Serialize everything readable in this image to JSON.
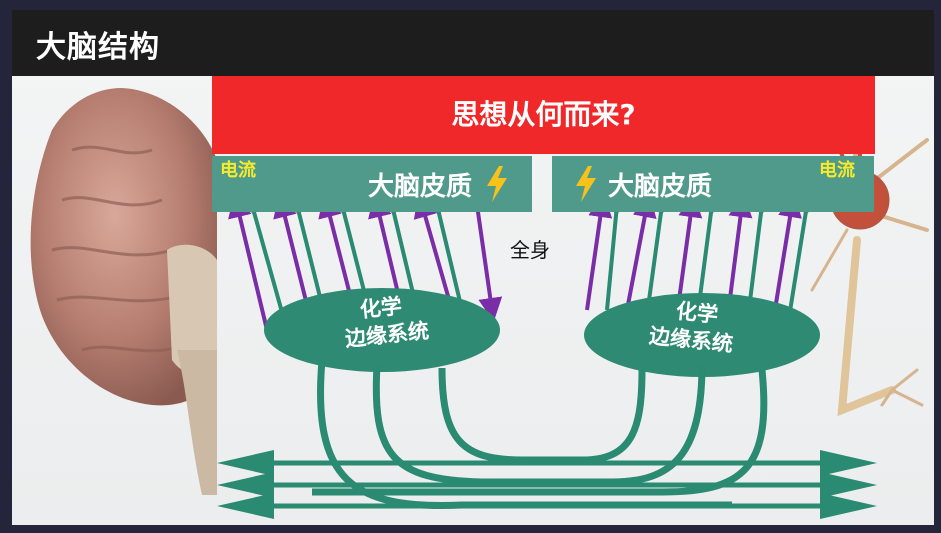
{
  "slide": {
    "title": "大脑结构",
    "question": "思想从何而来?",
    "cortex_left": "大脑皮质",
    "cortex_right": "大脑皮质",
    "current_left": "电流",
    "current_right": "电流",
    "body_label": "全身",
    "limbic_left_top": "化学",
    "limbic_left_bottom": "边缘系统",
    "limbic_right_top": "化学",
    "limbic_right_bottom": "边缘系统"
  },
  "icons": [
    "lightning-bolt-icon",
    "lightning-bolt-icon"
  ],
  "colors": {
    "background_frame": "#24253a",
    "title_bar": "#1d1d1d",
    "banner": "#f0282a",
    "cortex": "#4f9a8a",
    "limbic": "#2f8a74",
    "arrow_green": "#2a8a72",
    "arrow_purple": "#7a2da6",
    "current_text": "#f7ea2d",
    "bolt": "#f8c21a"
  }
}
